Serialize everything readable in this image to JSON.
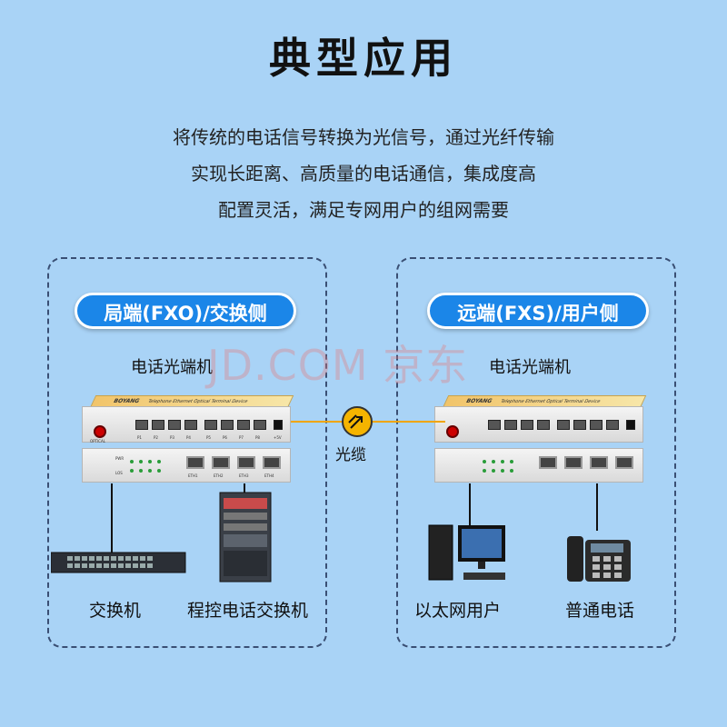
{
  "title": "典型应用",
  "description": [
    "将传统的电话信号转换为光信号，通过光纤传输",
    "实现长距离、高质量的电话通信，集成度高",
    "配置灵活，满足专网用户的组网需要"
  ],
  "watermark": "JD.COM 京东",
  "left": {
    "tag": "局端(FXO)/交换侧",
    "device_label": "电话光端机",
    "items": [
      "交换机",
      "程控电话交换机"
    ]
  },
  "right": {
    "tag": "远端(FXS)/用户侧",
    "device_label": "电话光端机",
    "items": [
      "以太网用户",
      "普通电话"
    ]
  },
  "fiber_label": "光缆",
  "device": {
    "brand": "BOYANG",
    "model_text": "Telephone Ethernet Optical Terminal Device",
    "optical_label": "OPTICAL",
    "phone_ports": [
      "P1",
      "P2",
      "P3",
      "P4",
      "P5",
      "P6",
      "P7",
      "P8"
    ],
    "eth_ports": [
      "ETH1",
      "ETH2",
      "ETH3",
      "ETH4"
    ],
    "power_label": "+5V",
    "pwr": "PWR",
    "los": "LOS"
  },
  "colors": {
    "background": "#a9d3f6",
    "tag_blue": "#1b86e8",
    "fiber": "#f0a500"
  }
}
